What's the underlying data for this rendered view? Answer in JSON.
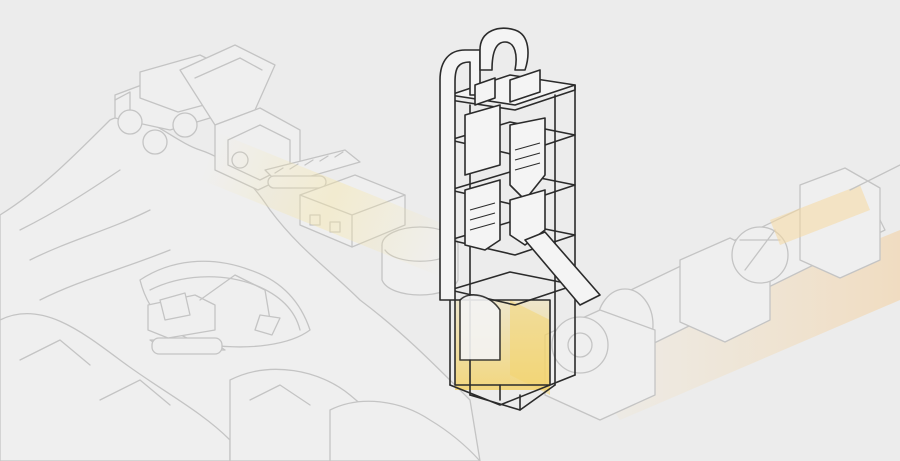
{
  "illustration": {
    "highlight_color": "#f3d36b",
    "glow_color": "#f6e6a8",
    "line_color": "#2b2b2b",
    "faded_line_color": "#c4c4c4",
    "background_color": "#ececec",
    "stages": [
      {
        "name": "quarry-excavator",
        "state": "inactive"
      },
      {
        "name": "haul-truck",
        "state": "inactive"
      },
      {
        "name": "crusher-hopper",
        "state": "inactive"
      },
      {
        "name": "conveyor",
        "state": "inactive"
      },
      {
        "name": "raw-material-storage",
        "state": "inactive"
      },
      {
        "name": "preheater-tower",
        "state": "active"
      },
      {
        "name": "rotary-kiln",
        "state": "inactive"
      }
    ]
  }
}
